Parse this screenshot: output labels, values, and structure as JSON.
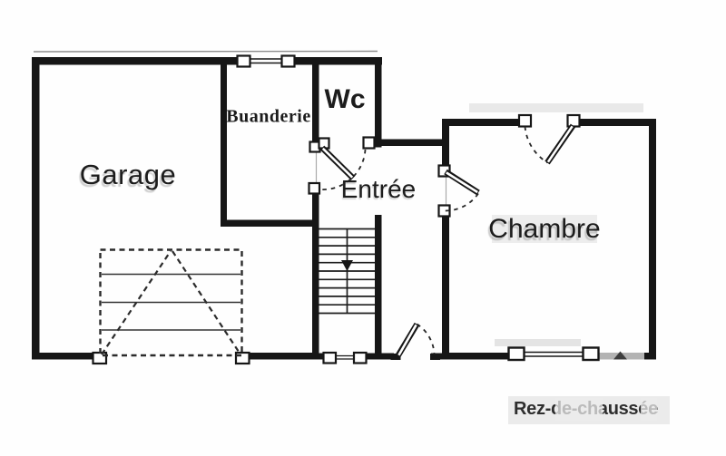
{
  "floor_plan": {
    "floor_label": "Rez-de-chaussée",
    "rooms": [
      {
        "name": "garage",
        "label": "Garage"
      },
      {
        "name": "buanderie",
        "label": "Buanderie"
      },
      {
        "name": "wc",
        "label": "Wc"
      },
      {
        "name": "entree",
        "label": "Entrée"
      },
      {
        "name": "chambre",
        "label": "Chambre"
      }
    ],
    "symbols": {
      "window_count": 3,
      "door_swing_count": 5,
      "staircase": {
        "direction_arrow": "down",
        "tread_count": 11
      },
      "garage_door": "dashed swing-panel with up-and-over arc"
    },
    "colors": {
      "wall": "#161616",
      "faded_wall": "#b3b3b3",
      "background": "#fefefe",
      "label_text": "#1c1c1c",
      "faded_text": "#9a9a9a",
      "smudge": "#e9e9e9"
    }
  }
}
